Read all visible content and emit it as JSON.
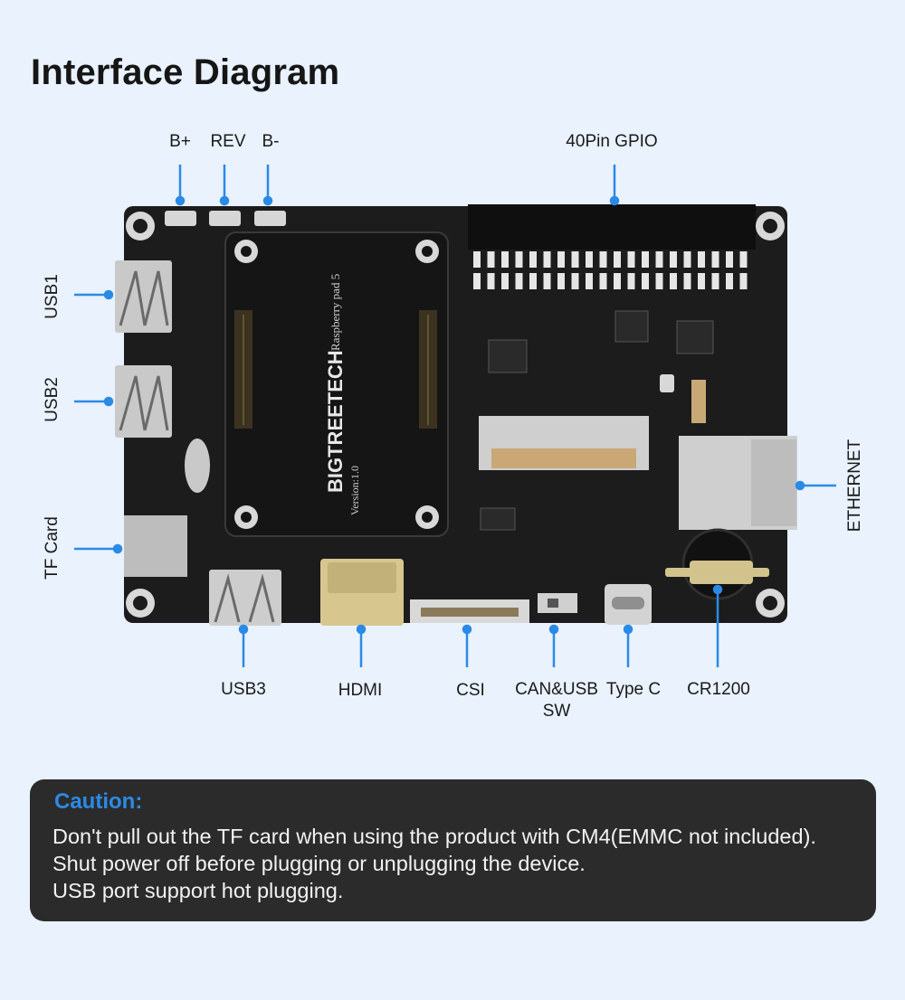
{
  "title": "Interface Diagram",
  "labels": {
    "b_plus": "B+",
    "rev": "REV",
    "b_minus": "B-",
    "gpio": "40Pin GPIO",
    "usb1": "USB1",
    "usb2": "USB2",
    "tf_card": "TF Card",
    "ethernet": "ETHERNET",
    "usb3": "USB3",
    "hdmi": "HDMI",
    "csi": "CSI",
    "can_usb_sw_line1": "CAN&USB",
    "can_usb_sw_line2": "SW",
    "type_c": "Type C",
    "cr1200": "CR1200"
  },
  "board": {
    "brand": "BIGTREETECH",
    "model": "Raspberry pad 5",
    "version": "Version:1.0"
  },
  "caution": {
    "heading": "Caution:",
    "lines": [
      "Don't pull out the TF card when using the product with CM4(EMMC not included).",
      "Shut power off before plugging or unplugging the device.",
      "USB port support hot plugging."
    ]
  },
  "colors": {
    "background": "#e9f2fd",
    "board": "#1c1c1c",
    "connector_line": "#2b8ae6",
    "caution_box": "#2b2b2b",
    "caution_heading": "#2b8ae6"
  }
}
